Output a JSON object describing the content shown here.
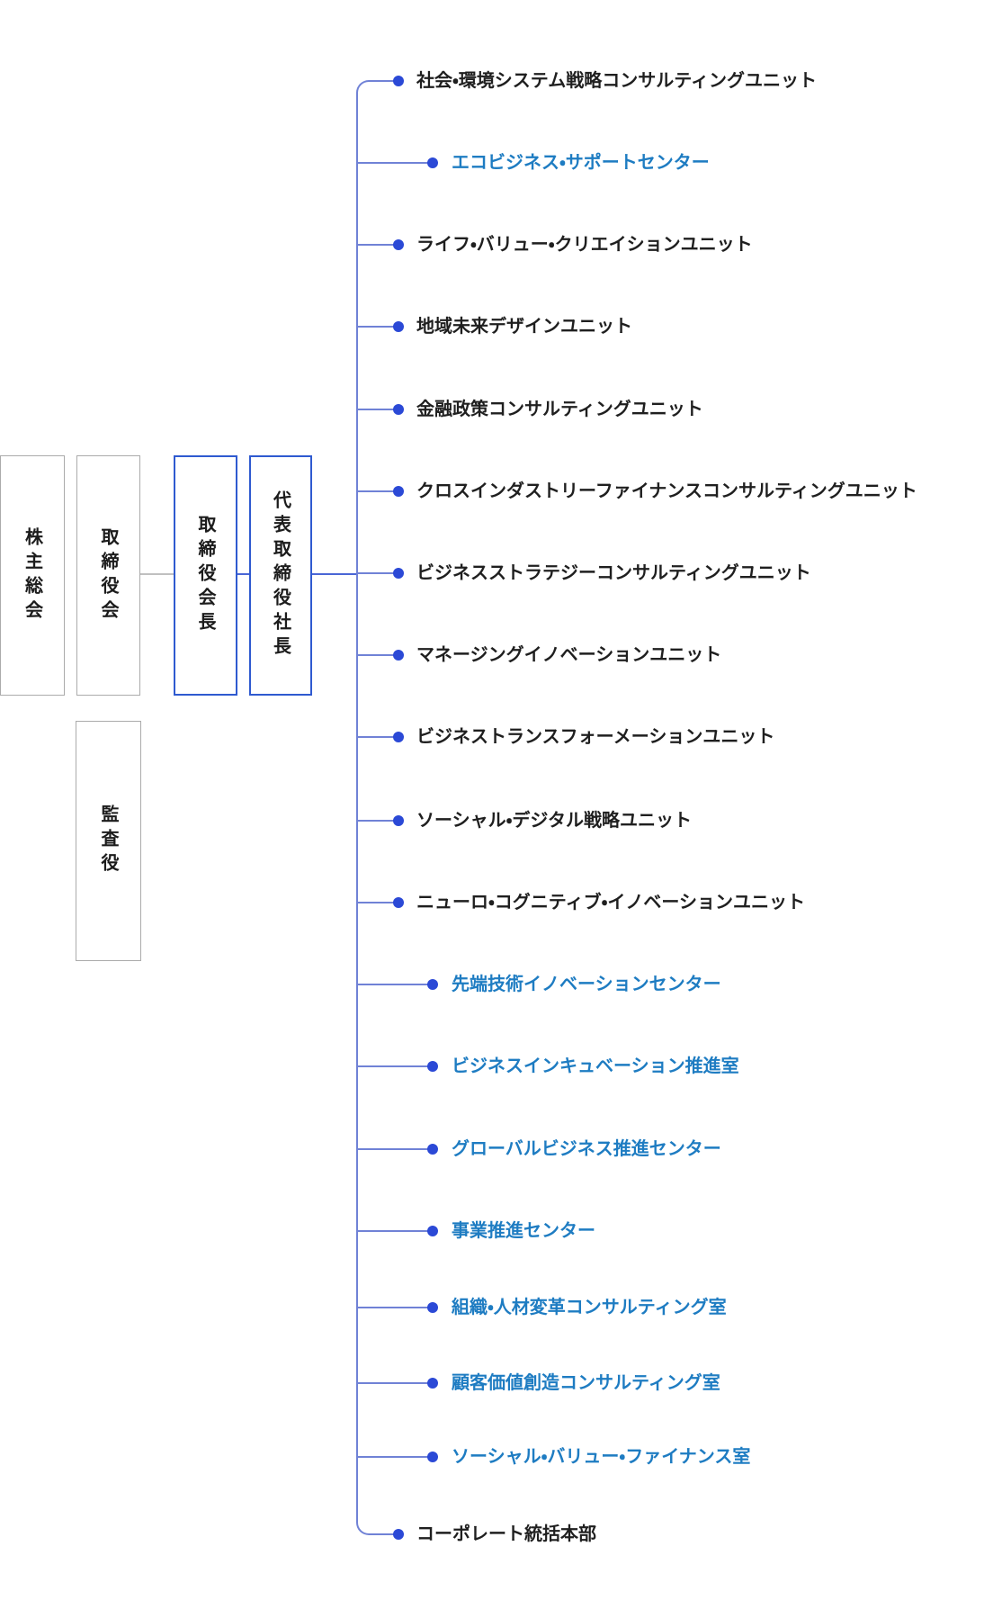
{
  "org_chart": {
    "governance": [
      {
        "label": "株主総会",
        "variant": "gray"
      },
      {
        "label": "取締役会",
        "variant": "gray"
      },
      {
        "label": "取締役会長",
        "variant": "blue"
      },
      {
        "label": "代表取締役社長",
        "variant": "blue"
      },
      {
        "label": "監査役",
        "variant": "gray"
      }
    ],
    "units": [
      {
        "label": "社会・環境システム戦略コンサルティングユニット",
        "level": 1
      },
      {
        "label": "エコビジネス・サポートセンター",
        "level": 2
      },
      {
        "label": "ライフ・バリュー・クリエイションユニット",
        "level": 1
      },
      {
        "label": "地域未来デザインユニット",
        "level": 1
      },
      {
        "label": "金融政策コンサルティングユニット",
        "level": 1
      },
      {
        "label": "クロスインダストリーファイナンスコンサルティングユニット",
        "level": 1
      },
      {
        "label": "ビジネスストラテジーコンサルティングユニット",
        "level": 1
      },
      {
        "label": "マネージングイノベーションユニット",
        "level": 1
      },
      {
        "label": "ビジネストランスフォーメーションユニット",
        "level": 1
      },
      {
        "label": "ソーシャル・デジタル戦略ユニット",
        "level": 1
      },
      {
        "label": "ニューロ・コグニティブ・イノベーションユニット",
        "level": 1
      },
      {
        "label": "先端技術イノベーションセンター",
        "level": 2
      },
      {
        "label": "ビジネスインキュベーション推進室",
        "level": 2
      },
      {
        "label": "グローバルビジネス推進センター",
        "level": 2
      },
      {
        "label": "事業推進センター",
        "level": 2
      },
      {
        "label": "組織・人材変革コンサルティング室",
        "level": 2
      },
      {
        "label": "顧客価値創造コンサルティング室",
        "level": 2
      },
      {
        "label": "ソーシャル・バリュー・ファイナンス室",
        "level": 2
      },
      {
        "label": "コーポレート統括本部",
        "level": 1
      }
    ],
    "colors": {
      "unit_text": "#1f1f1f",
      "center_text": "#1e7cc2",
      "dot": "#2b49d6",
      "branch_line": "#7082d6",
      "box_connector": "#4a66d6",
      "gray_connector": "#c0c0c0",
      "gray_box_border": "#ababab",
      "blue_box_border": "#2f5ad0"
    }
  }
}
